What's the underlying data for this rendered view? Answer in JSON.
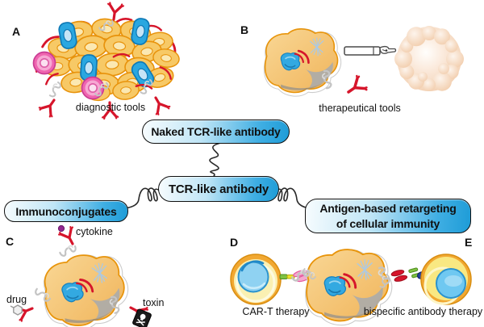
{
  "flowchart": {
    "naked_label": "Naked TCR-like antibody",
    "central_label": "TCR-like antibody",
    "immunoconjugates_label": "Immunoconjugates",
    "retargeting_line1": "Antigen-based retargeting",
    "retargeting_line2": "of cellular immunity"
  },
  "panels": {
    "a": {
      "letter": "A",
      "caption": "diagnostic tools"
    },
    "b": {
      "letter": "B",
      "caption": "therapeutical tools"
    },
    "c": {
      "letter": "C",
      "cytokine_label": "cytokine",
      "drug_label": "drug",
      "toxin_label": "toxin"
    },
    "d": {
      "letter": "D",
      "caption": "CAR-T therapy"
    },
    "e": {
      "letter": "E",
      "caption": "bispecific antibody therapy"
    }
  },
  "icons": {
    "antibody-icon": "red Y-shaped TCR-like antibody",
    "glycan-chain-icon": "gray peptide-MHC squiggle chain",
    "cytokine-dot-icon": "purple sphere payload",
    "drug-molecule-icon": "gray hexagon small-molecule",
    "toxin-skull-icon": "black skull-and-crossbones box",
    "pointing-tool-icon": "white wand with pointing hand",
    "car-receptor-icon": "green-yellow-pink CAR receptor",
    "bispecific-antibody-icon": "red-green-blue bispecific linker",
    "coil-connector-icon": "black spring squiggle connector"
  },
  "colors": {
    "flowbox_gradient_left": "#F7FCFE",
    "flowbox_gradient_right": "#1E9CD7",
    "flowbox_border": "#101010",
    "antibody_red": "#D6152B",
    "tumor_cell_fill": "#F6C36A",
    "tumor_cell_outline": "#E8940A",
    "nucleus_blue": "#33A9E1",
    "epithelial_blue_cell": "#2AA7E0",
    "pink_cell": "#EF65B0",
    "chain_gray": "#C4C4C4",
    "spheroid_peach": "#F4D3B8",
    "text": "#111111"
  }
}
